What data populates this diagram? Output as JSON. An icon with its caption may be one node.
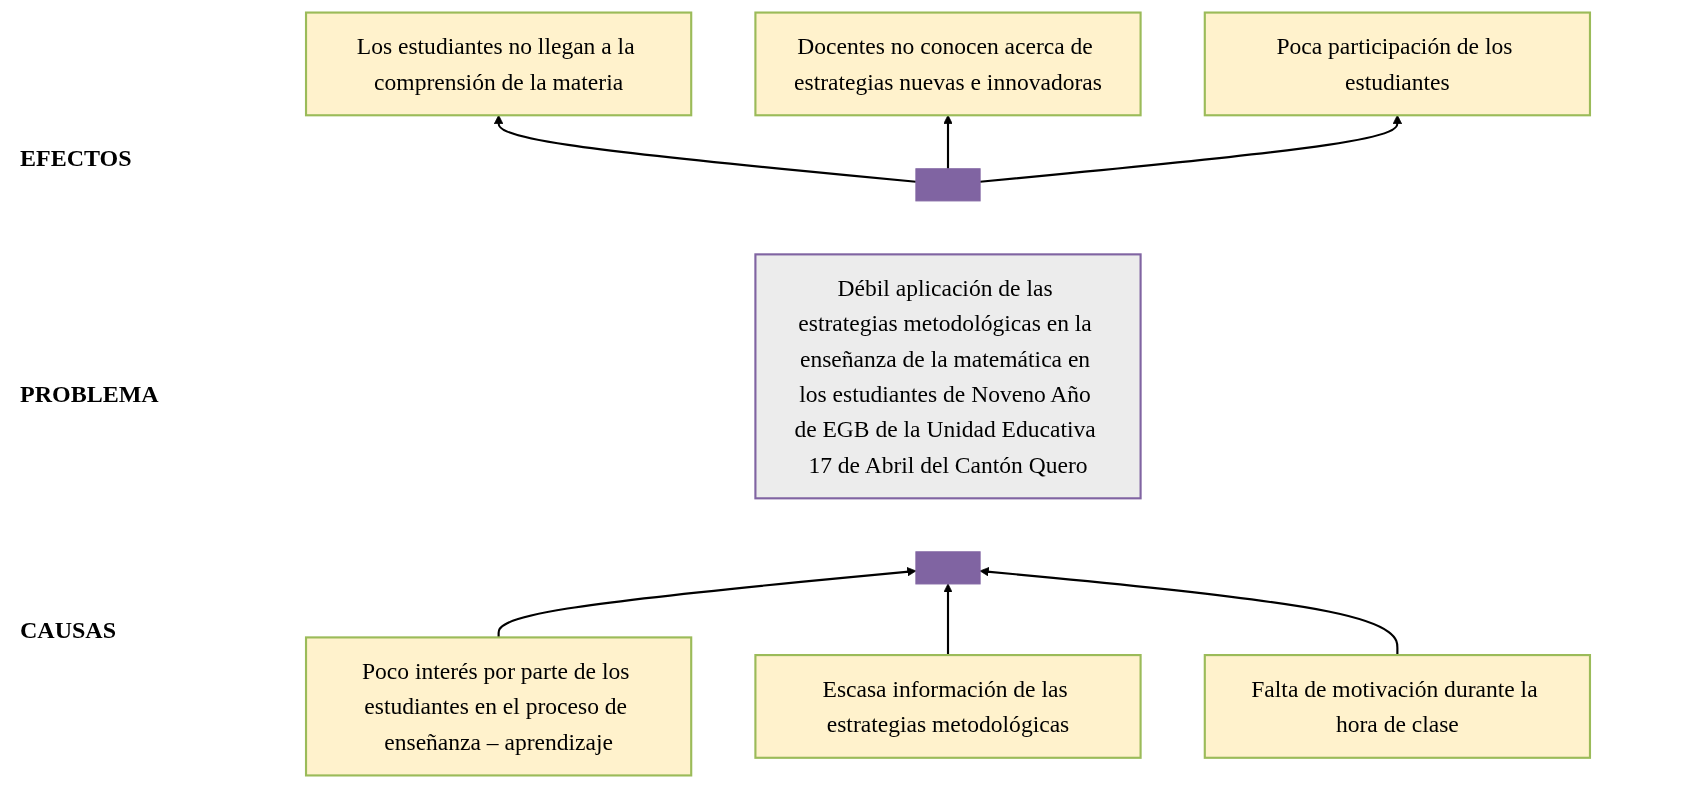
{
  "diagram": {
    "nodes": [
      {
        "text": [
          "Los estudiantes no llegan a la comprensión de la materia"
        ]
      },
      {
        "text": [
          "Docentes no conocen acerca de estrategias nuevas e innovadoras"
        ]
      },
      {
        "text": [
          "Poca participación de los estudiantes"
        ]
      },
      {
        "text": [],
        "shape": "bar"
      },
      {
        "text": [
          "Débil aplicación de las estrategias metodológicas en la enseñanza de la matemática en los estudiantes de Noveno Año de EGB de la Unidad Educativa 17 de Abril del Cantón Quero"
        ]
      },
      {
        "text": [],
        "shape": "bar"
      },
      {
        "text": [
          "Poco interés por parte de los estudiantes en el proceso de enseñanza – aprendizaje"
        ]
      },
      {
        "text": [
          "Escasa información de las estrategias metodológicas"
        ]
      },
      {
        "text": [
          "Falta de motivación durante la hora de clase"
        ]
      }
    ],
    "edges": [
      {
        "from": 3,
        "to": 0,
        "arrow": "to"
      },
      {
        "from": 3,
        "to": 1,
        "arrow": "to"
      },
      {
        "from": 3,
        "to": 2,
        "arrow": "to"
      },
      {
        "from": 6,
        "to": 5,
        "arrow": "to"
      },
      {
        "from": 7,
        "to": 5,
        "arrow": "to"
      },
      {
        "from": 8,
        "to": 5,
        "arrow": "to"
      }
    ],
    "labels": [
      "EFECTOS",
      "PROBLEMA",
      "CAUSAS"
    ]
  }
}
